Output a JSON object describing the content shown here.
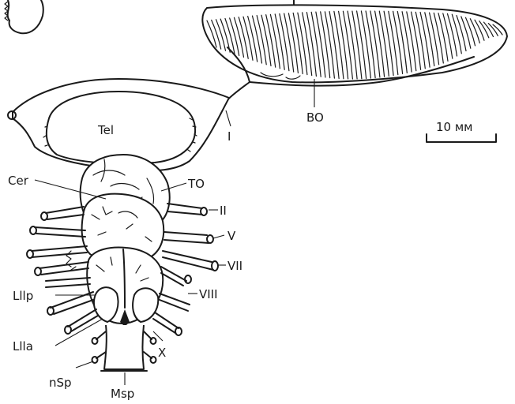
{
  "labels": {
    "tel": "Tel",
    "bo": "BO",
    "i": "I",
    "cer": "Cer",
    "to": "TO",
    "ii": "II",
    "v": "V",
    "vii": "VII",
    "viii": "VIII",
    "lllp": "Lllp",
    "llla": "Llla",
    "x": "X",
    "nsp": "nSp",
    "msp": "Msp",
    "scale": "10 мм"
  },
  "colors": {
    "ink": "#1a1a1a",
    "paper": "#ffffff"
  }
}
